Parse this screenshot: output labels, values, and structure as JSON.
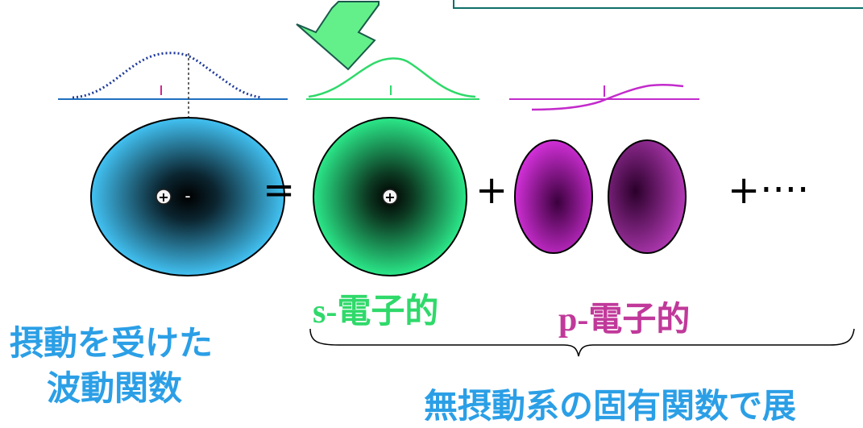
{
  "colors": {
    "blue": "#42c2f3",
    "green": "#2be889",
    "magenta": "#c32bcc",
    "text_green": "#2fd96a",
    "text_magenta": "#c0399a",
    "text_blue": "#2b9fe6",
    "arrow_green": "#63f08b",
    "box_border": "#0f6e68"
  },
  "operators": {
    "equals": "=",
    "plus_1": "+",
    "plus_more": "+····"
  },
  "charges": {
    "plus": "+",
    "minus": "-"
  },
  "labels": {
    "s_electron": "s-電子的",
    "p_electron": "p-電子的",
    "perturbed_line1": "摂動を受けた",
    "perturbed_line2": "波動関数",
    "unperturbed_eigen": "無摂動系の固有関数で展"
  },
  "icons": {
    "arrow": "down-left-arrow-icon"
  }
}
